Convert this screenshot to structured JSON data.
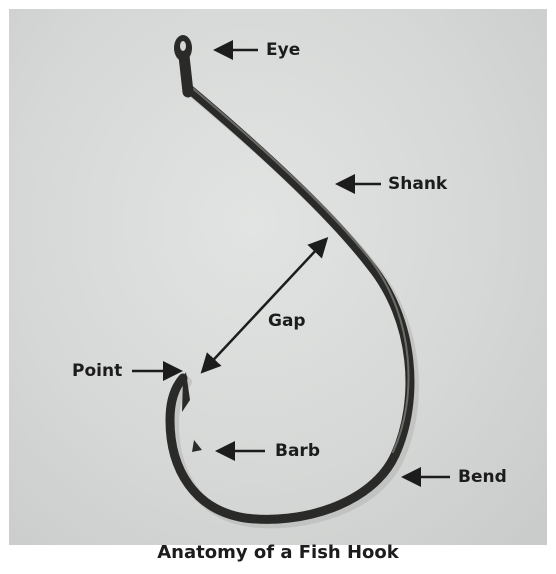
{
  "labels": {
    "eye": "Eye",
    "shank": "Shank",
    "gap": "Gap",
    "point": "Point",
    "barb": "Barb",
    "bend": "Bend"
  },
  "caption": "Anatomy of a Fish Hook",
  "colors": {
    "background": "#d6d8d7",
    "hook": "#2a2a28",
    "text": "#1c1c1c"
  }
}
